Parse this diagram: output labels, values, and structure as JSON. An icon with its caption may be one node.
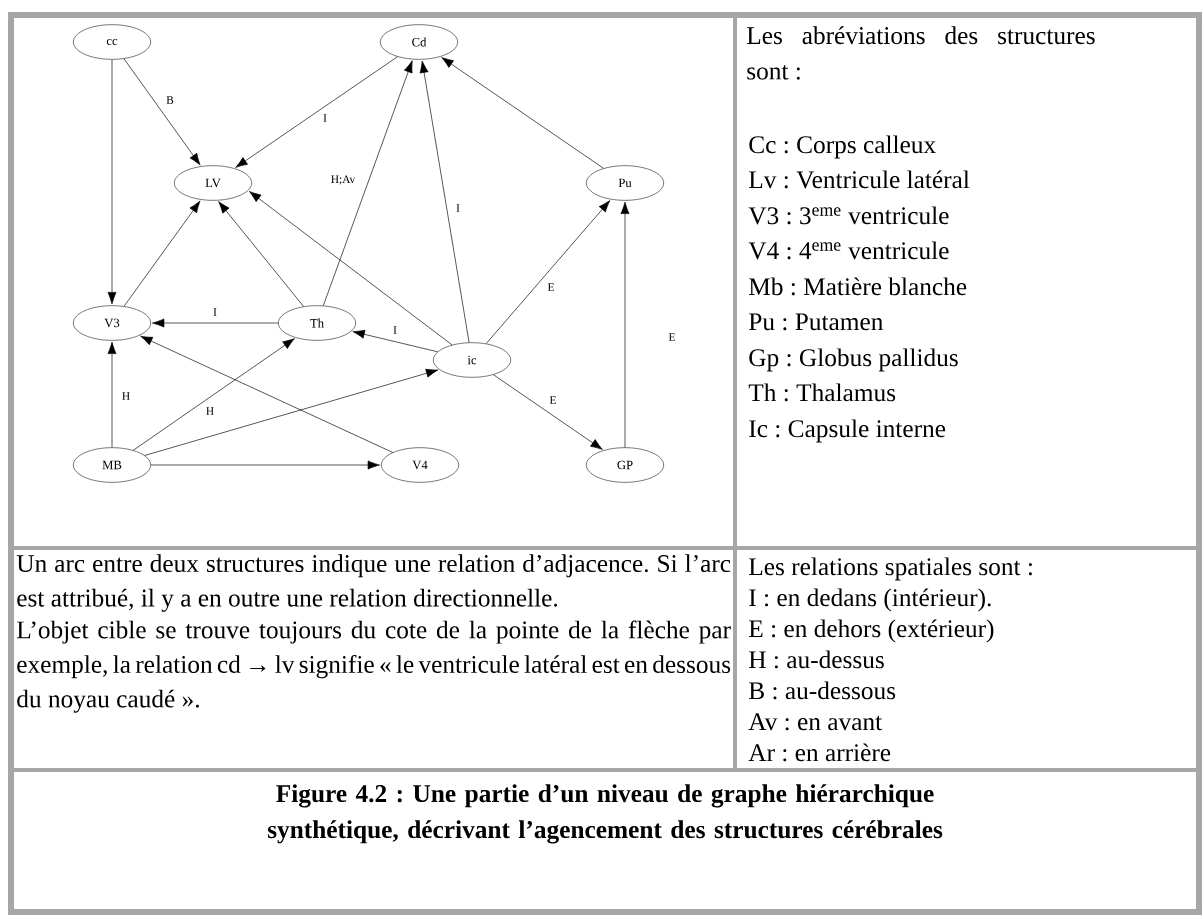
{
  "diagram": {
    "caption": "Figure 4.2 : Une partie d’un niveau de graphe hiérarchique synthétique, décrivant l’agencement des structures cérébrales",
    "nodes": [
      {
        "text": [
          "cc"
        ]
      },
      {
        "text": [
          "Cd"
        ]
      },
      {
        "text": [
          "LV"
        ]
      },
      {
        "text": [
          "Pu"
        ]
      },
      {
        "text": [
          "V3"
        ]
      },
      {
        "text": [
          "Th"
        ]
      },
      {
        "text": [
          "ic"
        ]
      },
      {
        "text": [
          "MB"
        ]
      },
      {
        "text": [
          "V4"
        ]
      },
      {
        "text": [
          "GP"
        ]
      }
    ],
    "edges": [
      {
        "from": 0,
        "to": 4,
        "arrow": "to"
      },
      {
        "from": 0,
        "to": 2,
        "arrow": "to",
        "label": "B"
      },
      {
        "from": 1,
        "to": 2,
        "arrow": "to",
        "label": "I"
      },
      {
        "from": 5,
        "to": 1,
        "arrow": "to",
        "label": "H;Av"
      },
      {
        "from": 6,
        "to": 1,
        "arrow": "to",
        "label": "I"
      },
      {
        "from": 3,
        "to": 1,
        "arrow": "to"
      },
      {
        "from": 4,
        "to": 2,
        "arrow": "to"
      },
      {
        "from": 5,
        "to": 2,
        "arrow": "to"
      },
      {
        "from": 6,
        "to": 2,
        "arrow": "to"
      },
      {
        "from": 5,
        "to": 4,
        "arrow": "to",
        "label": "I"
      },
      {
        "from": 6,
        "to": 5,
        "arrow": "to",
        "label": "I"
      },
      {
        "from": 6,
        "to": 3,
        "arrow": "to",
        "label": "E"
      },
      {
        "from": 9,
        "to": 3,
        "arrow": "to",
        "label": "E"
      },
      {
        "from": 6,
        "to": 9,
        "arrow": "to",
        "label": "E"
      },
      {
        "from": 7,
        "to": 4,
        "arrow": "to",
        "label": "H"
      },
      {
        "from": 7,
        "to": 5,
        "arrow": "to",
        "label": "H"
      },
      {
        "from": 7,
        "to": 6,
        "arrow": "to"
      },
      {
        "from": 7,
        "to": 8,
        "arrow": "to"
      },
      {
        "from": 8,
        "to": 4,
        "arrow": "to"
      }
    ],
    "labels": [
      "Les abréviations des structures sont :",
      "Cc : Corps calleux",
      "Lv : Ventricule latéral",
      "V3 : 3$^{eme}$ ventricule",
      "V4 : 4$^{eme}$ ventricule",
      "Mb : Matière blanche",
      "Pu : Putamen",
      "Gp : Globus pallidus",
      "Th : Thalamus",
      "Ic : Capsule interne",
      "Un arc entre deux structures indique une relation d’adjacence. Si l’arc est attribué, il y a en outre une relation directionnelle.",
      "L’objet cible se trouve toujours du cote de la pointe de la flèche par exemple, la relation cd → lv signifie « le ventricule latéral est en dessous du noyau caudé ».",
      "Les relations spatiales sont :",
      "I : en dedans (intérieur).",
      "E : en dehors (extérieur)",
      "H : au-dessus",
      "B : au-dessous",
      "Av : en avant",
      "Ar : en arrière"
    ]
  }
}
